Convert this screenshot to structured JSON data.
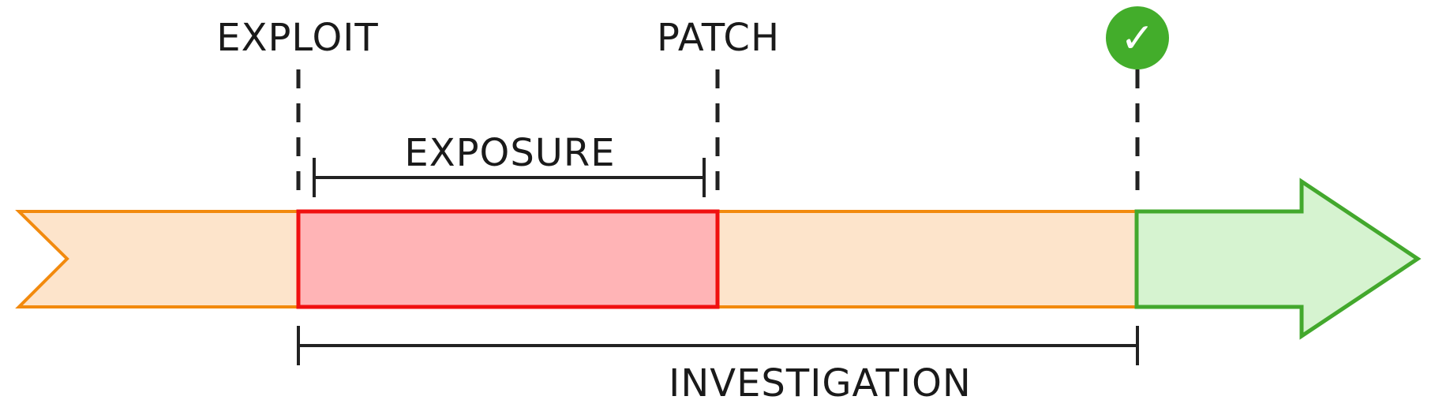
{
  "labels": {
    "exploit": "EXPLOIT",
    "patch": "PATCH",
    "exposure": "EXPOSURE",
    "investigation": "INVESTIGATION"
  },
  "check_glyph": "✓",
  "icons": {
    "milestone": "checkmark-circle-icon"
  },
  "colors": {
    "timeline_fill": "#fde4cb",
    "timeline_stroke": "#f28a0e",
    "exposure_fill": "#ffb4b6",
    "exposure_stroke": "#f01010",
    "resolved_fill": "#d6f3d0",
    "resolved_stroke": "#43a82d",
    "check_badge": "#43ad2b",
    "line": "#222222",
    "text": "#1a1a1a"
  }
}
